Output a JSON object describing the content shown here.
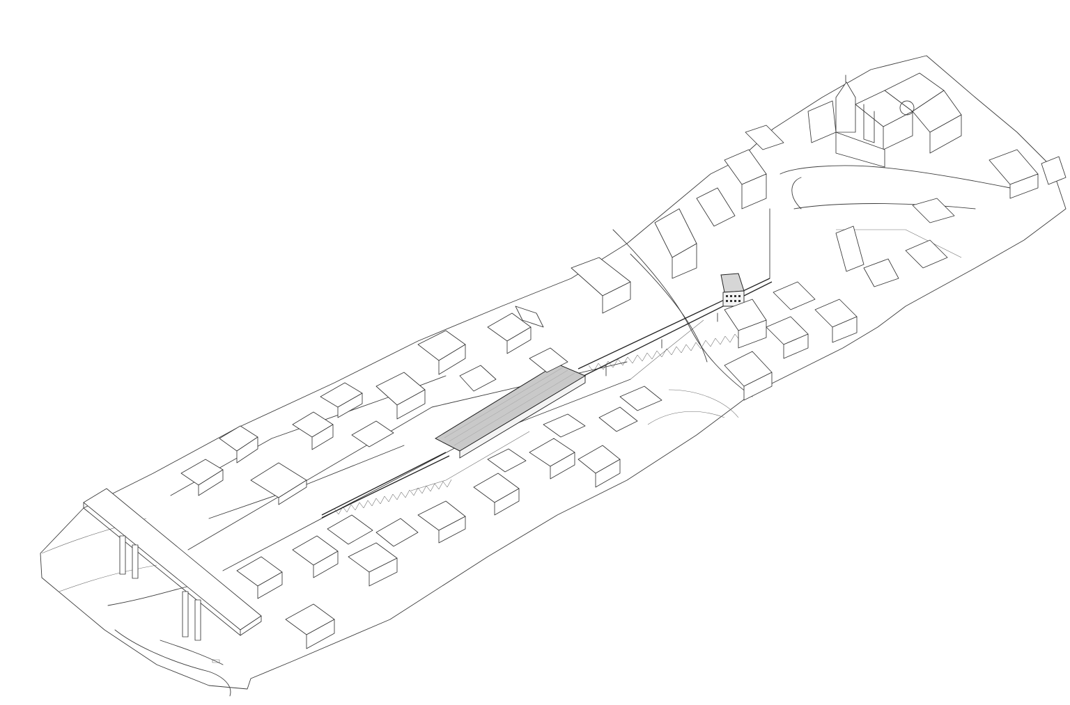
{
  "drawing": {
    "style": "axonometric line drawing",
    "colors": {
      "stroke": "#333333",
      "background": "#ffffff",
      "station_roof": "#c9c9c9",
      "tower": "#d6d6d6"
    },
    "elements": [
      "terrain-outline",
      "river-bank",
      "road-bridge",
      "elevated-walkway",
      "station-canopy",
      "lift-tower",
      "city-blocks",
      "hilltop-church"
    ]
  }
}
